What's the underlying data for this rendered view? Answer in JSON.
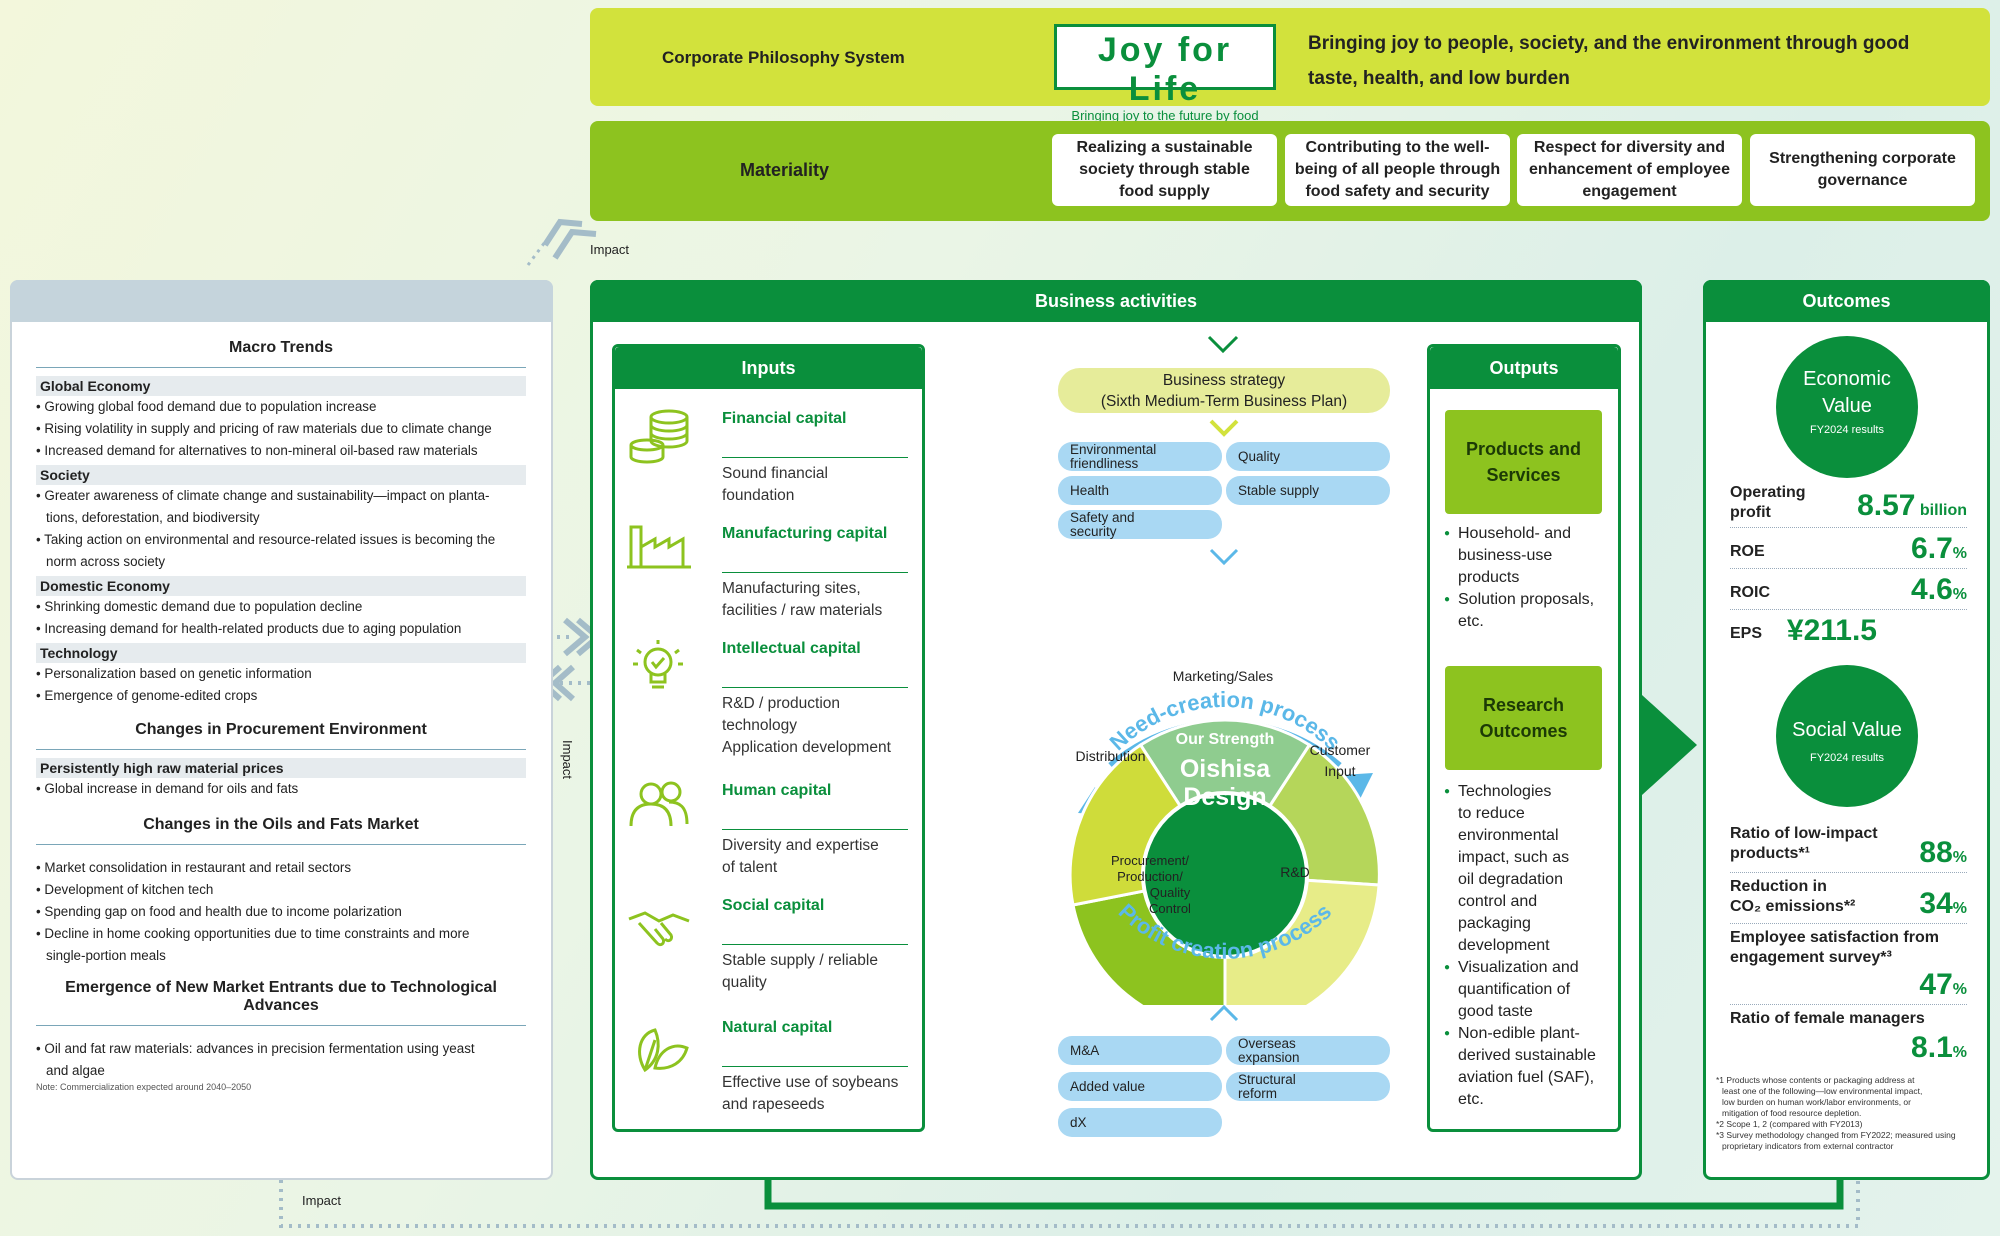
{
  "philosophy": {
    "label": "Corporate Philosophy System",
    "slogan": "Joy for Life",
    "slogan_sub": "Bringing joy to the future by food",
    "statement_line1": "Bringing joy to people, society, and the environment through good",
    "statement_line2": "taste, health, and low burden"
  },
  "materiality": {
    "label": "Materiality",
    "items": [
      [
        "Realizing a sustainable",
        "society through stable",
        "food supply"
      ],
      [
        "Contributing to the well-",
        "being of all people through",
        "food safety and security"
      ],
      [
        "Respect for diversity and",
        "enhancement of employee",
        "engagement"
      ],
      [
        "Strengthening corporate",
        "governance"
      ]
    ]
  },
  "impact_label": "Impact",
  "macro": {
    "title": "Macro Trends",
    "sections": [
      {
        "name": "Global Economy",
        "items": [
          "• Growing global food demand due to population increase",
          "• Rising volatility in supply and pricing of raw materials due to climate change",
          "• Increased demand for alternatives to non-mineral oil-based raw materials"
        ]
      },
      {
        "name": "Society",
        "items": [
          "• Greater awareness of climate change and sustainability—impact on planta-",
          "  tions, deforestation, and biodiversity",
          "• Taking action on environmental and resource-related issues is becoming the",
          "  norm across society"
        ]
      },
      {
        "name": "Domestic Economy",
        "items": [
          "• Shrinking domestic demand due to population decline",
          "• Increasing demand for health-related products due to aging population"
        ]
      },
      {
        "name": "Technology",
        "items": [
          "• Personalization based on genetic information",
          "• Emergence of genome-edited crops"
        ]
      }
    ],
    "procurement_title": "Changes in Procurement Environment",
    "procurement_section": "Persistently high raw material prices",
    "procurement_item": "• Global increase in demand for oils and fats",
    "market_title": "Changes in the Oils and Fats Market",
    "market_items": [
      "• Market consolidation in restaurant and retail sectors",
      "• Development of kitchen tech",
      "• Spending gap on food and health due to income polarization",
      "• Decline in home cooking opportunities due to time constraints and more",
      "  single-portion meals"
    ],
    "entrants_title": "Emergence of New Market Entrants due to Technological Advances",
    "entrants_items": [
      "• Oil and fat raw materials: advances in precision fermentation using yeast",
      "  and algae"
    ],
    "note": "Note: Commercialization expected around 2040–2050"
  },
  "business": {
    "title": "Business activities",
    "inputs_title": "Inputs",
    "capitals": [
      {
        "name": "Financial capital",
        "desc": [
          "Sound financial",
          "foundation"
        ],
        "icon": "coins-icon"
      },
      {
        "name": "Manufacturing capital",
        "desc": [
          "Manufacturing sites,",
          "facilities / raw materials"
        ],
        "icon": "factory-icon"
      },
      {
        "name": "Intellectual capital",
        "desc": [
          "R&D / production",
          "technology",
          "Application development"
        ],
        "icon": "lightbulb-icon"
      },
      {
        "name": "Human capital",
        "desc": [
          "Diversity and expertise",
          "of talent"
        ],
        "icon": "people-icon"
      },
      {
        "name": "Social capital",
        "desc": [
          "Stable supply / reliable",
          "quality"
        ],
        "icon": "handshake-icon"
      },
      {
        "name": "Natural capital",
        "desc": [
          "Effective use of soybeans",
          "and rapeseeds"
        ],
        "icon": "leaf-icon"
      }
    ],
    "strategy_line1": "Business strategy",
    "strategy_line2": "(Sixth Medium-Term Business Plan)",
    "themes": [
      [
        "Environmental",
        "friendliness"
      ],
      [
        "Quality"
      ],
      [
        "Health"
      ],
      [
        "Stable supply"
      ],
      [
        "Safety and",
        "security"
      ]
    ],
    "need_process": "Need-creation process",
    "profit_process": "Profit creation process",
    "segments": [
      [
        "Marketing/Sales"
      ],
      [
        "Customer",
        "Input"
      ],
      [
        "R&D"
      ],
      [
        "Procurement/",
        "Production/",
        "Quality Control"
      ],
      [
        "Distribution"
      ]
    ],
    "center_top": "Our Strength",
    "center_line1": "Oishisa",
    "center_line2": "Design",
    "levers": [
      [
        "M&A"
      ],
      [
        "Overseas",
        "expansion"
      ],
      [
        "Added value"
      ],
      [
        "Structural",
        "reform"
      ],
      [
        "dX"
      ]
    ],
    "outputs_title": "Outputs",
    "products_title": [
      "Products and",
      "Services"
    ],
    "products_items": [
      [
        "Household- and",
        "business-use",
        "products"
      ],
      [
        "Solution proposals,",
        "etc."
      ]
    ],
    "research_title": [
      "Research",
      "Outcomes"
    ],
    "research_items": [
      [
        "Technologies",
        "to reduce",
        "environmental",
        "impact, such as",
        "oil degradation",
        "control and",
        "packaging",
        "development"
      ],
      [
        "Visualization and",
        "quantification of",
        "good taste"
      ],
      [
        "Non-edible plant-",
        "derived sustainable",
        "aviation fuel (SAF),",
        "etc."
      ]
    ]
  },
  "outcomes": {
    "title": "Outcomes",
    "economic": {
      "line1": "Economic",
      "line2": "Value",
      "sub": "FY2024 results"
    },
    "metrics": [
      {
        "name": [
          "Operating",
          "profit"
        ],
        "value": "8.57",
        "unit": " billion"
      },
      {
        "name": [
          "ROE"
        ],
        "value": "6.7",
        "unit": "%"
      },
      {
        "name": [
          "ROIC"
        ],
        "value": "4.6",
        "unit": "%"
      },
      {
        "name": [
          "EPS"
        ],
        "value": "¥211.5",
        "unit": ""
      }
    ],
    "social": {
      "line1": "Social Value",
      "sub": "FY2024 results"
    },
    "social_metrics": [
      {
        "name": [
          "Ratio of low-impact",
          "products*¹"
        ],
        "value": "88",
        "unit": "%"
      },
      {
        "name": [
          "Reduction in",
          "CO₂ emissions*²"
        ],
        "value": "34",
        "unit": "%"
      },
      {
        "name": [
          "Employee satisfaction from",
          "engagement survey*³"
        ],
        "value": "47",
        "unit": "%"
      },
      {
        "name": [
          "Ratio of female managers"
        ],
        "value": "8.1",
        "unit": "%"
      }
    ],
    "notes": [
      "*1 Products whose contents or packaging address at",
      "least one of the following—low environmental impact,",
      "low burden on human work/labor environments, or",
      "mitigation of food resource depletion.",
      "*2 Scope 1, 2 (compared with FY2013)",
      "*3 Survey methodology changed from FY2022; measured using",
      "proprietary indicators from external contractor"
    ]
  },
  "colors": {
    "dark_green": "#0a8f3c",
    "lime": "#8dc31f",
    "yellow_green": "#d2e23c",
    "sky": "#5bb8e8"
  }
}
